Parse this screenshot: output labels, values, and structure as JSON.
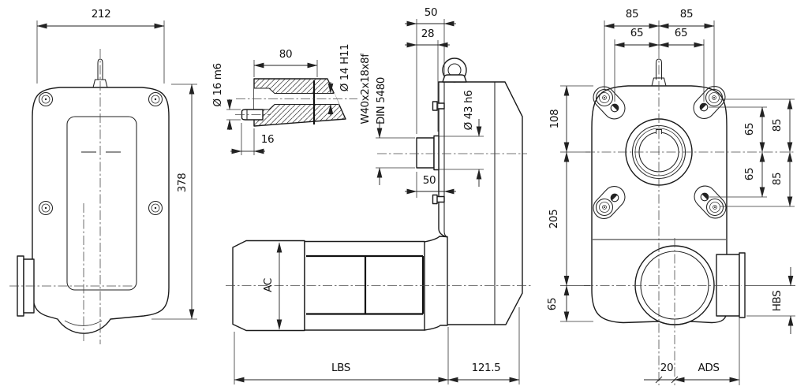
{
  "drawing": {
    "type": "technical dimension drawing - geared motor, three views plus shaft section detail",
    "colors": {
      "background": "#ffffff",
      "line": "#1b1b1b"
    },
    "views": {
      "front": {
        "dims": {
          "width": "212",
          "height": "378"
        }
      },
      "shaft_detail": {
        "dims": {
          "length": "80",
          "shaft_dia": "Ø 16 m6",
          "bore_dia": "Ø 14 H11",
          "pin_length": "16"
        }
      },
      "side": {
        "dims": {
          "shaft_end_to_face": "50",
          "shaft_end_to_collar": "28",
          "spline": "W40x2x18x8f",
          "spline_norm": "DIN 5480",
          "collar_dia": "Ø 43 h6",
          "lower_shaft_to_face": "50",
          "motor_dia": "AC",
          "motor_length": "LBS",
          "housing_depth": "121.5"
        }
      },
      "rear": {
        "dims": {
          "bolt_left": "85",
          "bolt_right": "85",
          "slot_left": "65",
          "slot_right": "65",
          "top_to_axis": "108",
          "axis_to_motor_axis": "205",
          "motor_axis_to_bottom": "65",
          "slot_up": "65",
          "slot_dn": "65",
          "bolt_up": "85",
          "bolt_dn": "85",
          "hub_height": "HBS",
          "axis_offset": "20",
          "axis_to_hub_face": "ADS"
        }
      }
    }
  }
}
